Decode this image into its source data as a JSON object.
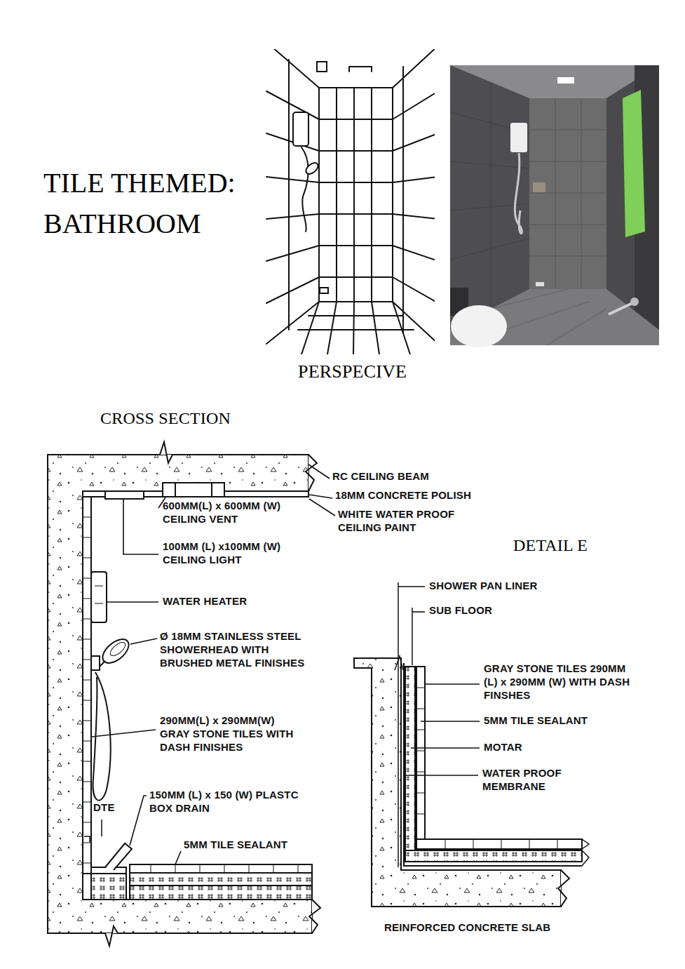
{
  "diagram": {
    "title": "TILE THEMED: BATHROOM",
    "labels": [
      "PERSPECIVE",
      "CROSS SECTION",
      "RC CEILING BEAM",
      "18MM CONCRETE POLISH",
      "WHITE WATER PROOF CEILING PAINT",
      "600MM(L) x 600MM (W) CEILING VENT",
      "100MM (L) x100MM (W) CEILING LIGHT",
      "WATER HEATER",
      "Ø 18MM STAINLESS STEEL SHOWERHEAD WITH BRUSHED METAL FINISHES",
      "290MM(L) x 290MM(W) GRAY STONE TILES WITH DASH FINISHES",
      "150MM (L) x 150 (W) PLASTC BOX DRAIN",
      "DTE",
      "5MM TILE SEALANT",
      "DETAIL E",
      "SHOWER PAN LINER",
      "SUB FLOOR",
      "GRAY STONE TILES 290MM (L) x 290MM (W) WITH DASH FINSHES",
      "5MM TILE SEALANT",
      "MOTAR",
      "WATER PROOF MEMBRANE",
      "REINFORCED CONCRETE SLAB"
    ]
  }
}
